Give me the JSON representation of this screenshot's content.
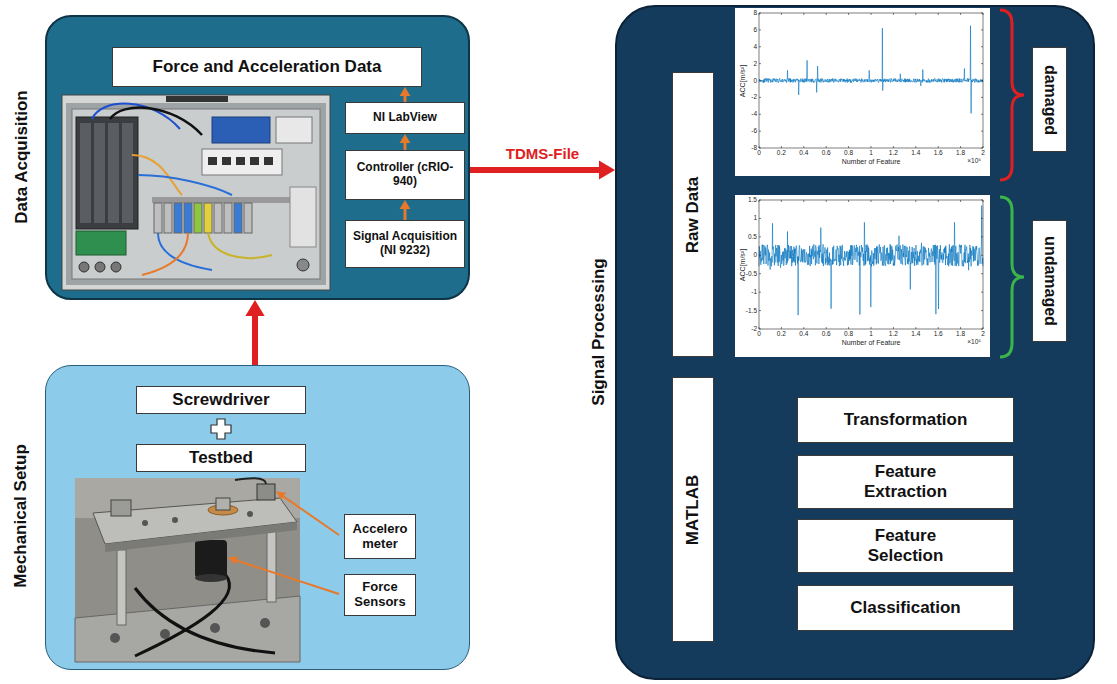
{
  "diagram": {
    "nodes": [
      {
        "text": [
          "Data Acquisition"
        ]
      },
      {
        "text": [
          "Force and Acceleration Data"
        ],
        "in": 0
      },
      {
        "text": [
          "NI LabView"
        ],
        "in": 0
      },
      {
        "text": [
          "Controller (cRIO-940)"
        ],
        "in": 0
      },
      {
        "text": [
          "Signal Acquisition (NI 9232)"
        ],
        "in": 0
      },
      {
        "text": [
          "Mechanical Setup"
        ]
      },
      {
        "text": [
          "Screwdriver"
        ],
        "in": 5
      },
      {
        "text": [
          "Testbed"
        ],
        "in": 5
      },
      {
        "text": [
          "Accelero meter"
        ],
        "in": 5
      },
      {
        "text": [
          "Force Sensors"
        ],
        "in": 5
      },
      {
        "text": [
          "Signal Processing"
        ]
      },
      {
        "text": [
          "Raw Data"
        ],
        "in": 10
      },
      {
        "text": [
          "damaged"
        ],
        "in": 10
      },
      {
        "text": [
          "undamaged"
        ],
        "in": 10
      },
      {
        "text": [
          "MATLAB"
        ],
        "in": 10
      },
      {
        "text": [
          "Transformation"
        ],
        "in": 10
      },
      {
        "text": [
          "Feature Extraction"
        ],
        "in": 10
      },
      {
        "text": [
          "Feature Selection"
        ],
        "in": 10
      },
      {
        "text": [
          "Classification"
        ],
        "in": 10
      }
    ],
    "edges": [
      {
        "from": 4,
        "to": 3,
        "arrow": "to"
      },
      {
        "from": 3,
        "to": 2,
        "arrow": "to"
      },
      {
        "from": 2,
        "to": 1,
        "arrow": "to"
      },
      {
        "from": 5,
        "to": 0,
        "arrow": "to"
      },
      {
        "from": 0,
        "to": 10,
        "label": "TDMS-File",
        "arrow": "to"
      }
    ],
    "labels": [
      "8",
      "6",
      "4",
      "2",
      "0",
      "-2",
      "-4",
      "-6",
      "-8",
      "ACC[m/s²]",
      "0",
      "0.2",
      "0.4",
      "0.6",
      "0.8",
      "1",
      "1.2",
      "1.4",
      "1.6",
      "1.8",
      "2",
      "Number of Feature",
      "×10⁵",
      "1.5",
      "1",
      "0.5",
      "0",
      "-0.5",
      "-1",
      "-1.5",
      "-2",
      "ACC[m/s²]",
      "0",
      "0.2",
      "0.4",
      "0.6",
      "0.8",
      "1",
      "1.2",
      "1.4",
      "1.6",
      "1.8",
      "2",
      "Number of Feature",
      "×10⁵"
    ]
  }
}
